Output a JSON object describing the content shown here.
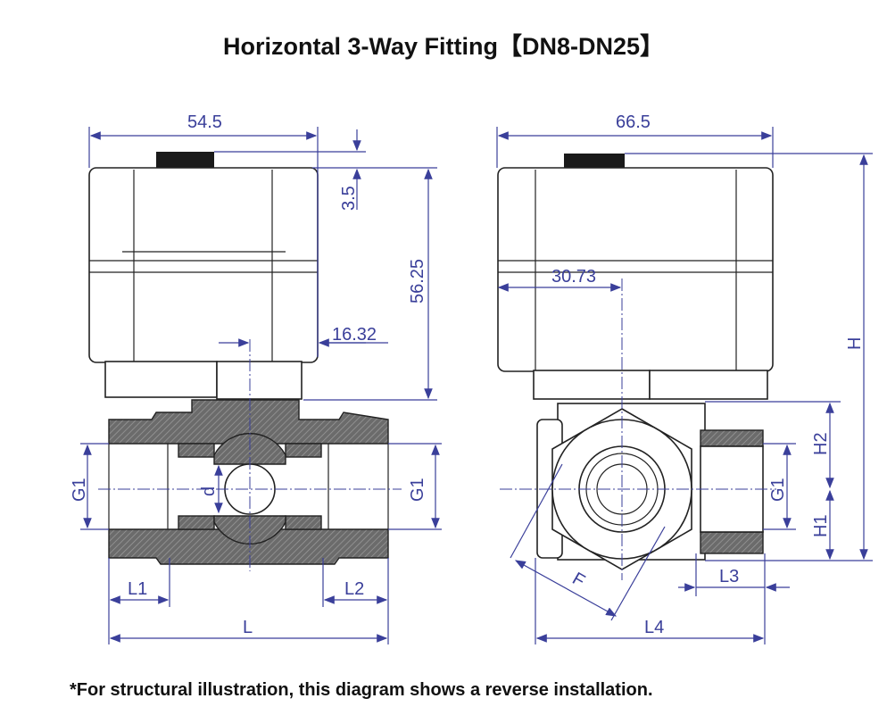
{
  "title": "Horizontal 3-Way Fitting【DN8-DN25】",
  "footnote": "*For structural illustration, this diagram shows a reverse installation.",
  "front_view": {
    "width": "54.5",
    "knob": "3.5",
    "height": "56.25",
    "offset": "16.32",
    "thread_left": "G1",
    "thread_right": "G1",
    "bore": "d",
    "l1": "L1",
    "l2": "L2",
    "length": "L"
  },
  "side_view": {
    "width": "66.5",
    "offset": "30.73",
    "total_height": "H",
    "h2": "H2",
    "h1": "H1",
    "thread": "G1",
    "l3": "L3",
    "l4": "L4",
    "hex": "F"
  }
}
